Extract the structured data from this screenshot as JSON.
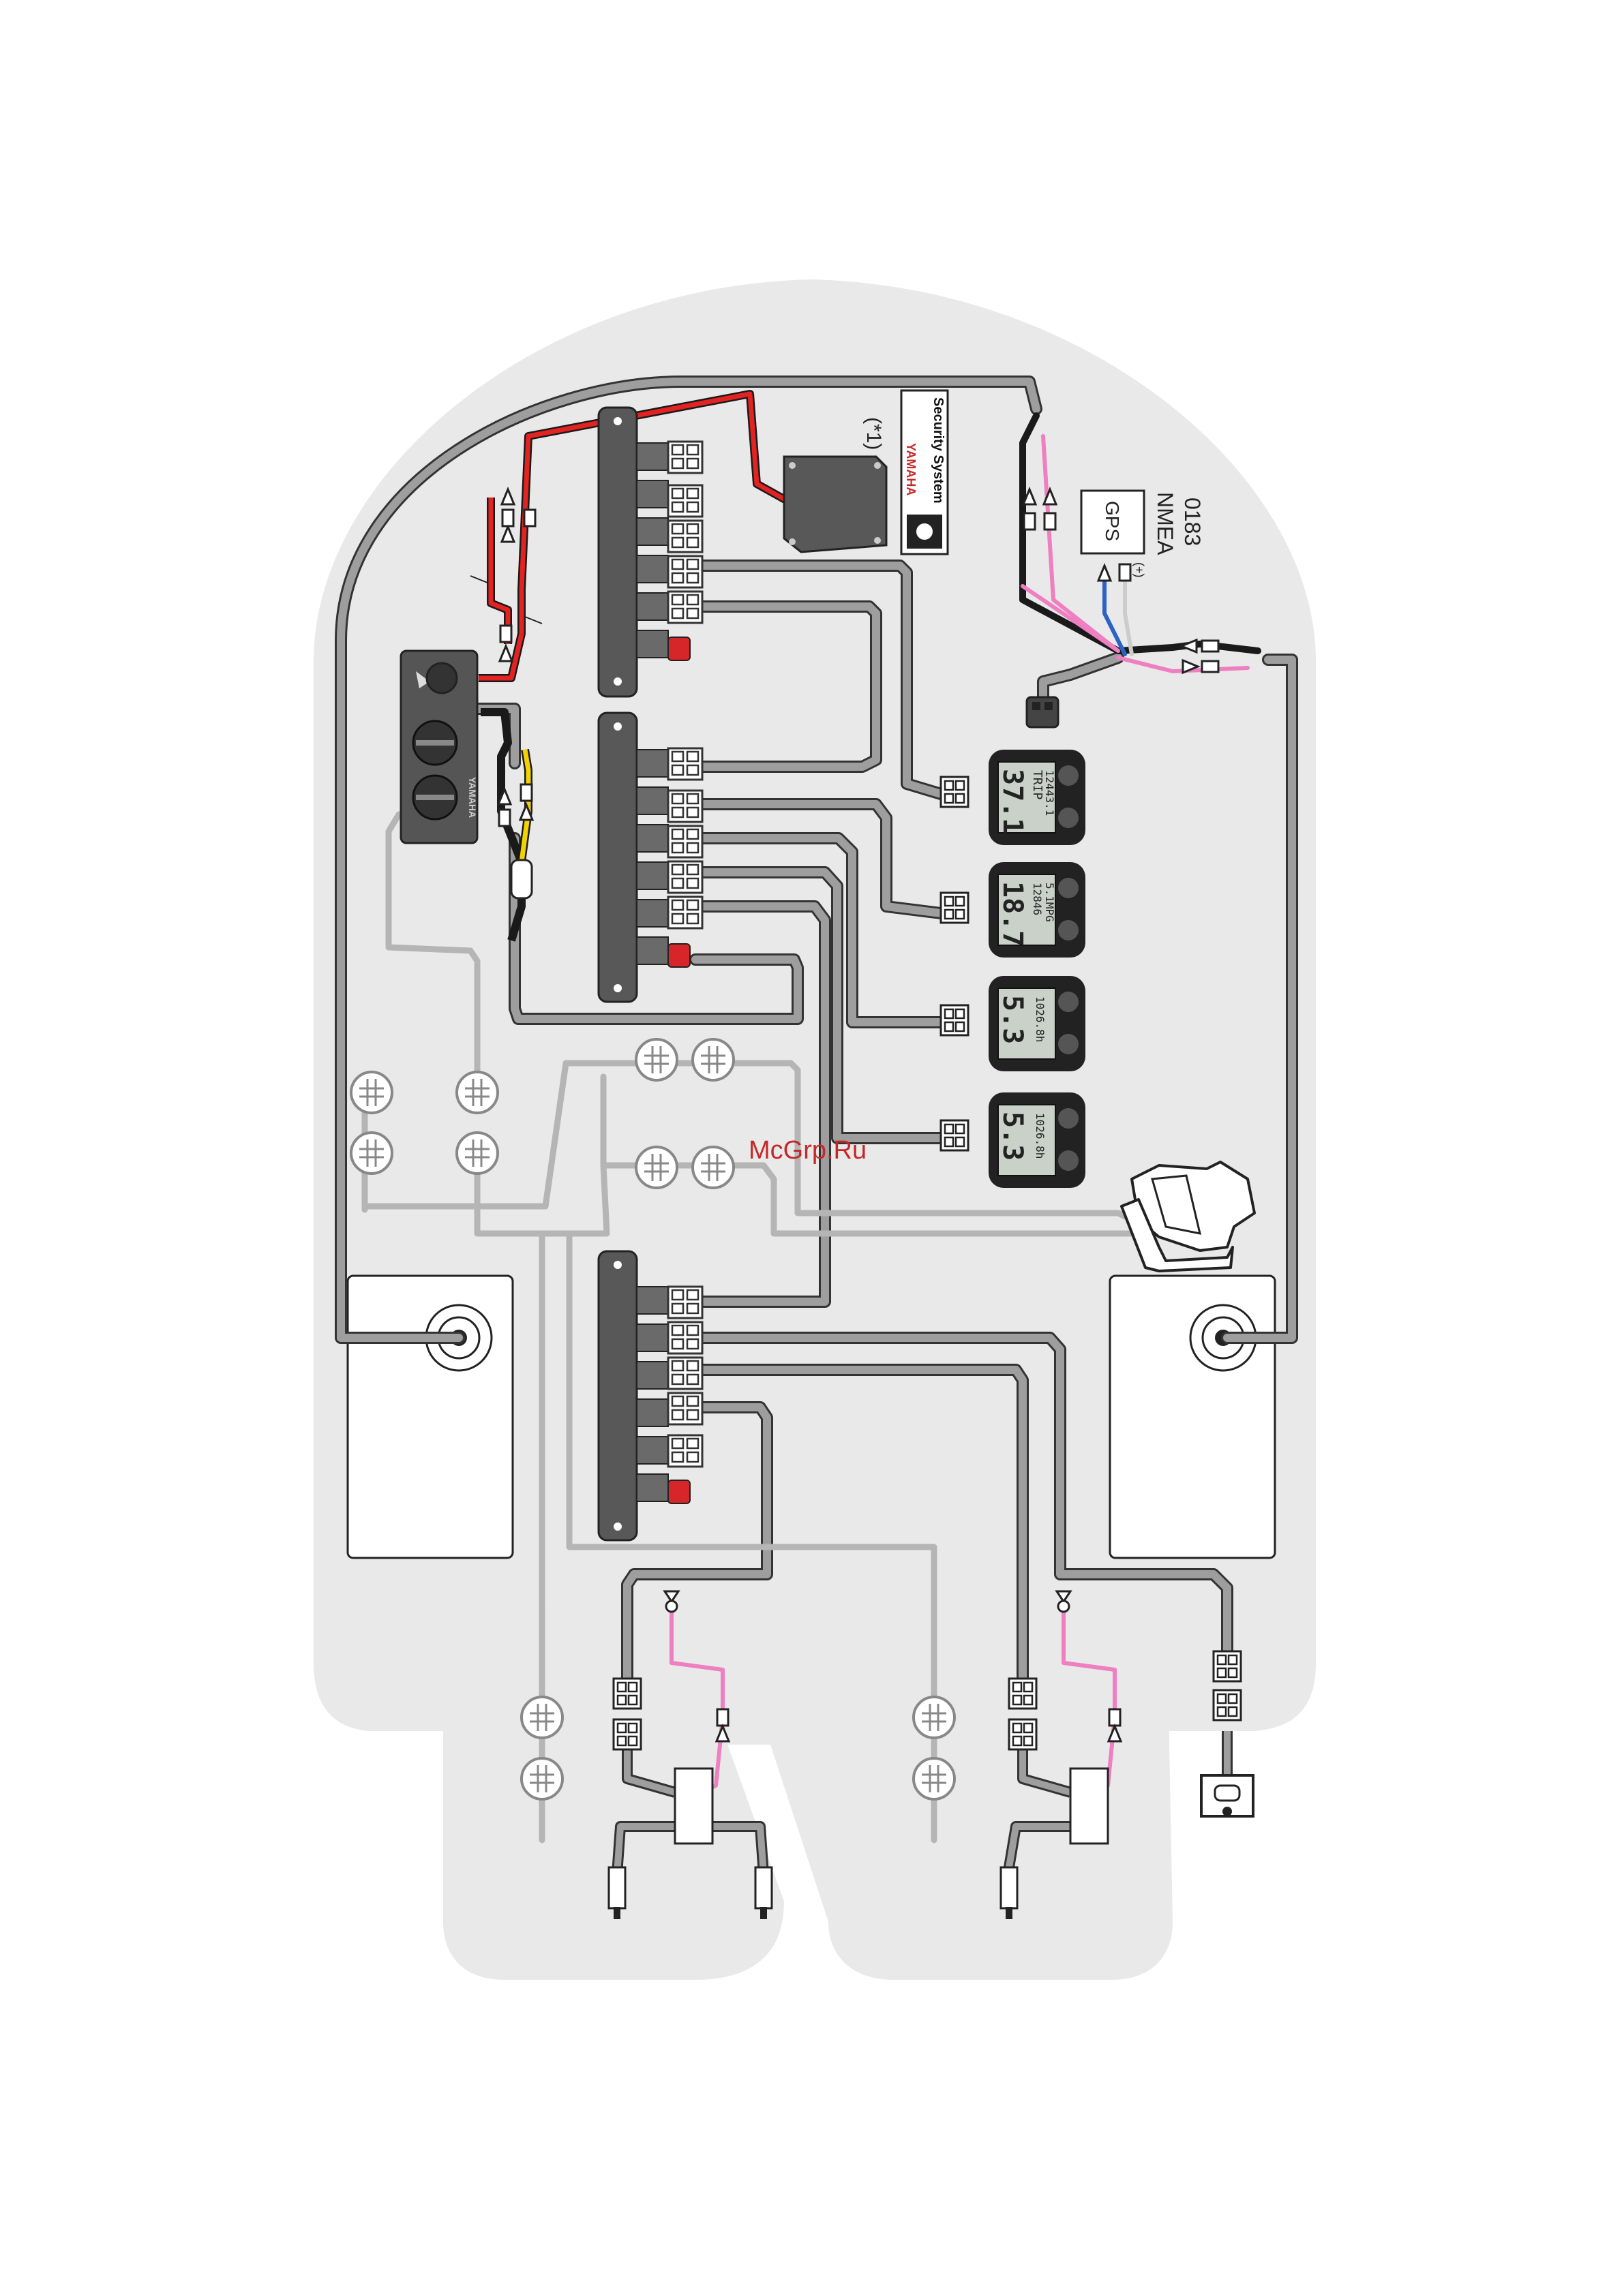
{
  "watermark": "McGrp.Ru",
  "note_label": "(*1)",
  "security_system": {
    "brand": "YAMAHA",
    "title": "Security System"
  },
  "gps": {
    "box_label": "GPS",
    "protocol_line1": "NMEA",
    "protocol_line2": "0183",
    "polarity": "(+)"
  },
  "switch_panel": {
    "brand": "YAMAHA"
  },
  "gauges": [
    {
      "big": "37.1",
      "line1": "TRIP",
      "line2": "12443.1"
    },
    {
      "big": "18.7",
      "line1": "12846",
      "line2": "5.1MPG"
    },
    {
      "big": "5.3",
      "line1": "1026.8h",
      "line2": ""
    },
    {
      "big": "5.3",
      "line1": "1026.8h",
      "line2": ""
    }
  ],
  "colors": {
    "hull": "#e9e9e9",
    "cable_gray": "#9e9e9e",
    "cable_dark": "#1a1a1a",
    "power_red": "#e32222",
    "signal_pink": "#ee7fc1",
    "signal_yellow": "#f2d200",
    "gps_blue": "#2b62c4",
    "hub_body": "#585858",
    "terminator_red": "#d6262a"
  }
}
